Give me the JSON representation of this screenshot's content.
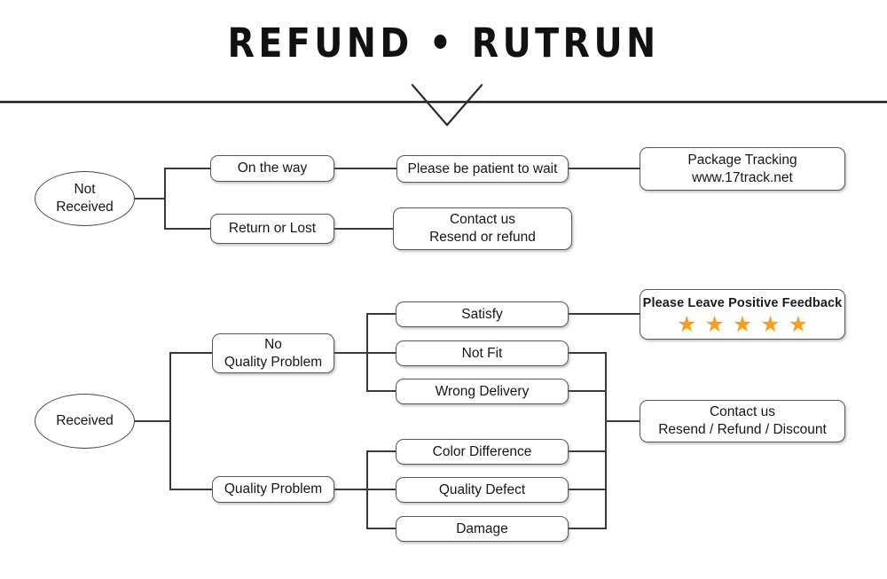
{
  "header": {
    "title": "REFUND • RUTRUN",
    "divider_icon": "horizontal-rule",
    "chevron_icon": "chevron-down"
  },
  "theme": {
    "background": "#ffffff",
    "text": "#161616",
    "node_border": "#58585a",
    "connector": "#3a3a3a",
    "star": "#f4a01e"
  },
  "flow": {
    "branches": [
      {
        "id": "not-received",
        "root": "Not\nReceived",
        "root_line1": "Not",
        "root_line2": "Received",
        "levels": [
          {
            "id": "on-the-way",
            "label": "On the way"
          },
          {
            "id": "return-or-lost",
            "label": "Return or Lost"
          }
        ],
        "actions": [
          {
            "id": "please-wait",
            "label": "Please be patient to wait"
          },
          {
            "id": "contact-resend-refund",
            "line1": "Contact us",
            "line2": "Resend or refund"
          }
        ],
        "results": [
          {
            "id": "package-tracking",
            "line1": "Package Tracking",
            "line2": "www.17track.net"
          }
        ]
      },
      {
        "id": "received",
        "root": "Received",
        "levels": [
          {
            "id": "no-quality-problem",
            "line1": "No",
            "line2": "Quality Problem"
          },
          {
            "id": "quality-problem",
            "label": "Quality Problem"
          }
        ],
        "reasons_no_problem": [
          {
            "id": "satisfy",
            "label": "Satisfy"
          },
          {
            "id": "not-fit",
            "label": "Not Fit"
          },
          {
            "id": "wrong-delivery",
            "label": "Wrong Delivery"
          }
        ],
        "reasons_problem": [
          {
            "id": "color-difference",
            "label": "Color Difference"
          },
          {
            "id": "quality-defect",
            "label": "Quality Defect"
          },
          {
            "id": "damage",
            "label": "Damage"
          }
        ],
        "outcomes": [
          {
            "id": "positive-feedback",
            "label": "Please Leave Positive Feedback",
            "stars": 5,
            "star_glyph": "★"
          },
          {
            "id": "contact-resend-refund-discount",
            "line1": "Contact us",
            "line2": "Resend / Refund / Discount"
          }
        ]
      }
    ]
  }
}
